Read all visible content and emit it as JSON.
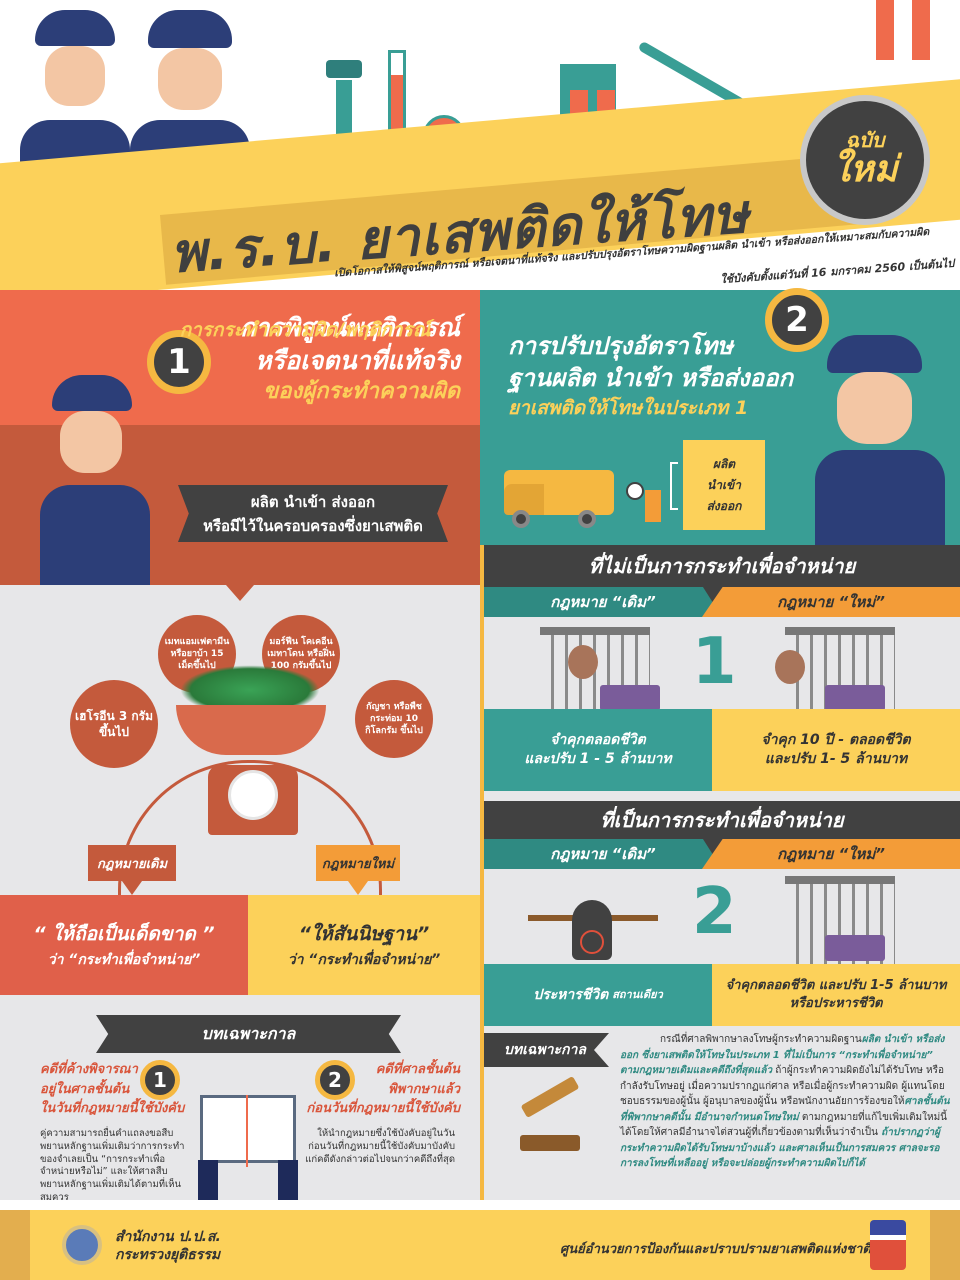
{
  "header": {
    "title": "พ.ร.บ. ยาเสพติดให้โทษ",
    "subtitle_line1": "เปิดโอกาสให้พิสูจน์พฤติการณ์ หรือเจตนาที่แท้จริง และปรับปรุงอัตราโทษความผิดฐานผลิต นำเข้า หรือส่งออกให้เหมาะสมกับความผิด",
    "subtitle_line2": "ใช้บังคับตั้งแต่วันที่ 16 มกราคม 2560 เป็นต้นไป",
    "badge_line1": "ฉบับ",
    "badge_line2": "ใหม่"
  },
  "section1": {
    "number": "1",
    "title_line1": "การพิสูจน์พฤติการณ์",
    "title_line2": "หรือเจตนาที่แท้จริง",
    "title_line3": "ของผู้กระทำความผิด",
    "action_title": "การกระทำความผิด/พฤติการณ์",
    "action_line1": "ผลิต นำเข้า ส่งออก",
    "action_line2": "หรือมีไว้ในครอบครองซึ่งยาเสพติด",
    "drugs": [
      {
        "text": "เฮโรอีน 3 กรัมขึ้นไป"
      },
      {
        "text": "เมทแอมเฟตามีน หรือยาบ้า 15 เม็ดขึ้นไป"
      },
      {
        "text": "มอร์ฟีน โคเคอีน เมทาโดน หรือฝิ่น 100 กรัมขึ้นไป"
      },
      {
        "text": "กัญชา หรือพืชกระท่อม 10 กิโลกรัม ขึ้นไป"
      }
    ],
    "old_law_label": "กฎหมายเดิม",
    "new_law_label": "กฎหมายใหม่",
    "old_law_quote": "“ ให้ถือเป็นเด็ดขาด ”",
    "old_law_sub": "ว่า “กระทำเพื่อจำหน่าย”",
    "new_law_quote": "“ให้สันนิษฐาน”",
    "new_law_sub": "ว่า “กระทำเพื่อจำหน่าย”"
  },
  "transitional_left": {
    "title": "บทเฉพาะกาล",
    "case1_number": "1",
    "case1_title_line1": "คดีที่ค้างพิจารณา",
    "case1_title_line2": "อยู่ในศาลชั้นต้น",
    "case1_title_line3": "ในวันที่กฎหมายนี้ใช้บังคับ",
    "case1_body": "คู่ความสามารถยื่นคำแถลงขอสืบพยานหลักฐานเพิ่มเติมว่าการกระทำของจำเลยเป็น “การกระทำเพื่อจำหน่ายหรือไม่” และให้ศาลสืบพยานหลักฐานเพิ่มเติมได้ตามที่เห็นสมควร",
    "case2_number": "2",
    "case2_title_line1": "คดีที่ศาลชั้นต้น",
    "case2_title_line2": "พิพากษาแล้ว",
    "case2_title_line3": "ก่อนวันที่กฎหมายนี้ใช้บังคับ",
    "case2_body": "ให้นำกฎหมายซึ่งใช้บังคับอยู่ในวันก่อนวันที่กฎหมายนี้ใช้บังคับมาบังคับแก่คดีดังกล่าวต่อไปจนกว่าคดีถึงที่สุด"
  },
  "section2": {
    "number": "2",
    "title_line1": "การปรับปรุงอัตราโทษ",
    "title_line2": "ฐานผลิต นำเข้า หรือส่งออก",
    "title_line3": "ยาเสพติดให้โทษในประเภท 1",
    "acts": [
      "ผลิต",
      "นำเข้า",
      "ส่งออก"
    ],
    "not_for_sale": {
      "heading": "ที่ไม่เป็นการกระทำเพื่อจำหน่าย",
      "old_label": "กฎหมาย “เดิม”",
      "new_label": "กฎหมาย “ใหม่”",
      "number": "1",
      "old_penalty_line1": "จำคุกตลอดชีวิต",
      "old_penalty_line2": "และปรับ 1 - 5 ล้านบาท",
      "new_penalty_line1": "จำคุก 10 ปี - ตลอดชีวิต",
      "new_penalty_line2": "และปรับ 1- 5 ล้านบาท"
    },
    "for_sale": {
      "heading": "ที่เป็นการกระทำเพื่อจำหน่าย",
      "old_label": "กฎหมาย “เดิม”",
      "new_label": "กฎหมาย “ใหม่”",
      "number": "2",
      "old_penalty_line1": "ประหารชีวิต",
      "old_penalty_suffix": "สถานเดียว",
      "new_penalty_line1": "จำคุกตลอดชีวิต และปรับ 1-5 ล้านบาท",
      "new_penalty_line2": "หรือประหารชีวิต"
    }
  },
  "transitional_right": {
    "title": "บทเฉพาะกาล",
    "p1": "กรณีที่ศาลพิพากษาลงโทษผู้กระทำความผิดฐาน",
    "p1_hl": "ผลิต นำเข้า หรือส่งออก ซึ่งยาเสพติดให้โทษในประเภท 1 ที่ไม่เป็นการ “กระทำเพื่อจำหน่าย” ตามกฎหมายเดิมและคดีถึงที่สุดแล้ว",
    "p2": "ถ้าผู้กระทำความผิดยังไม่ได้รับโทษ หรือกำลังรับโทษอยู่ เมื่อความปรากฏแก่ศาล หรือเมื่อผู้กระทำความผิด ผู้แทนโดยชอบธรรมของผู้นั้น ผู้อนุบาลของผู้นั้น หรือพนักงานอัยการร้องขอให้",
    "p2_hl": "ศาลชั้นต้นที่พิพากษาคดีนั้น มีอำนาจกำหนดโทษใหม่",
    "p3": "ตามกฎหมายที่แก้ไขเพิ่มเติมใหม่นี้ได้โดยให้ศาลมีอำนาจไต่สวนผู้ที่เกี่ยวข้องตามที่เห็นว่าจำเป็น",
    "p3_hl": "ถ้าปรากฏว่าผู้กระทำความผิดได้รับโทษมาบ้างแล้ว และศาลเห็นเป็นการสมควร ศาลจะรอการลงโทษที่เหลืออยู่ หรือจะปล่อยผู้กระทำความผิดไปก็ได้"
  },
  "footer": {
    "left_line1": "สำนักงาน ป.ป.ส.",
    "left_line2": "กระทรวงยุติธรรม",
    "right_text": "ศูนย์อำนวยการป้องกันและปราบปรามยาเสพติดแห่งชาติ"
  },
  "colors": {
    "orange_red": "#ef6b4c",
    "brick": "#c45a3c",
    "teal": "#399e95",
    "dark_teal": "#2f8a82",
    "yellow": "#fcd15a",
    "orange": "#f39c38",
    "charcoal": "#414141",
    "light_grey": "#e7e7e9"
  }
}
